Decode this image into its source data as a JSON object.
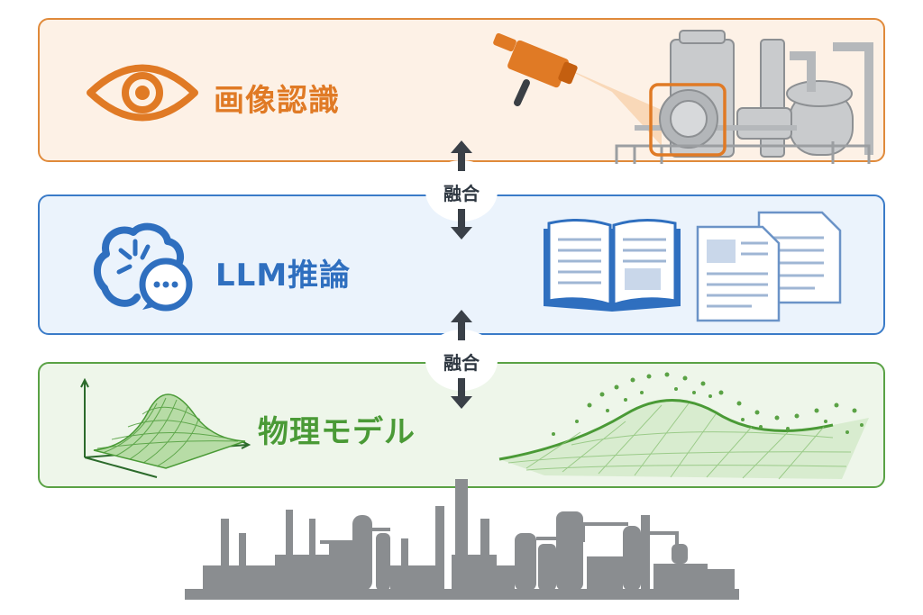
{
  "layers": [
    {
      "id": "vision",
      "label": "画像認識",
      "color": "#e07a25",
      "background": "#fdf1e6",
      "icon": "eye-icon"
    },
    {
      "id": "llm",
      "label": "LLM推論",
      "color": "#2f6fbf",
      "background": "#ebf3fc",
      "icon": "brain-chat-icon"
    },
    {
      "id": "physics",
      "label": "物理モデル",
      "color": "#4a9a36",
      "background": "#eef6ea",
      "icon": "surface-plot-icon"
    }
  ],
  "connectors": [
    {
      "label": "融合"
    },
    {
      "label": "融合"
    }
  ],
  "illustrations": [
    "camera-inspecting-plant",
    "open-book",
    "documents",
    "point-cloud-surface",
    "factory-skyline"
  ]
}
